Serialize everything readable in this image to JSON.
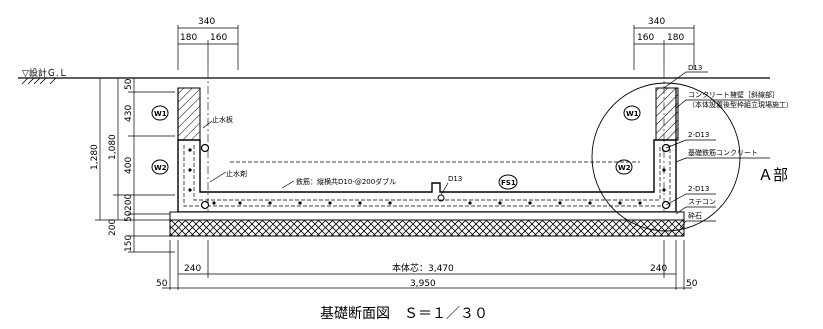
{
  "title": "基礎断面図　Ｓ＝１／３０",
  "ground_label": "▽設計Ｇ.Ｌ",
  "top_dims": {
    "left_total": "340",
    "left_a": "180",
    "left_b": "160",
    "right_total": "340",
    "right_a": "160",
    "right_b": "180"
  },
  "left_dims": {
    "total": "1,280",
    "sub": "1,080",
    "d50a": "50",
    "d430": "430",
    "d400": "400",
    "d200a": "200",
    "d50b": "50",
    "d200b": "200",
    "d150": "150"
  },
  "bottom_dims": {
    "left_240": "240",
    "right_240": "240",
    "body": "本体芯：3,470",
    "total": "3,950",
    "left_50": "50",
    "right_50": "50"
  },
  "labels": {
    "w1_left": "W1",
    "w2_left": "W2",
    "w1_right": "W1",
    "w2_right": "W2",
    "fs1": "FS1",
    "waterstop_board": "止水板",
    "waterstop_bead": "止水剤",
    "rebar_note": "鉄筋：縦横共D10-@200ダブル",
    "d13_mid": "D13"
  },
  "callouts": {
    "d13_top": "D13",
    "concrete_wall_1": "コンクリート擁壁［斜線部］",
    "concrete_wall_2": "（本体設置後型枠組立現場施工）",
    "bar_2d13_top": "2-D13",
    "base_rebar_concrete": "基礎鉄筋コンクリート",
    "section_a": "Ａ部",
    "bar_2d13_bottom": "2-D13",
    "stecon": "ステコン",
    "gravel": "砕石"
  }
}
